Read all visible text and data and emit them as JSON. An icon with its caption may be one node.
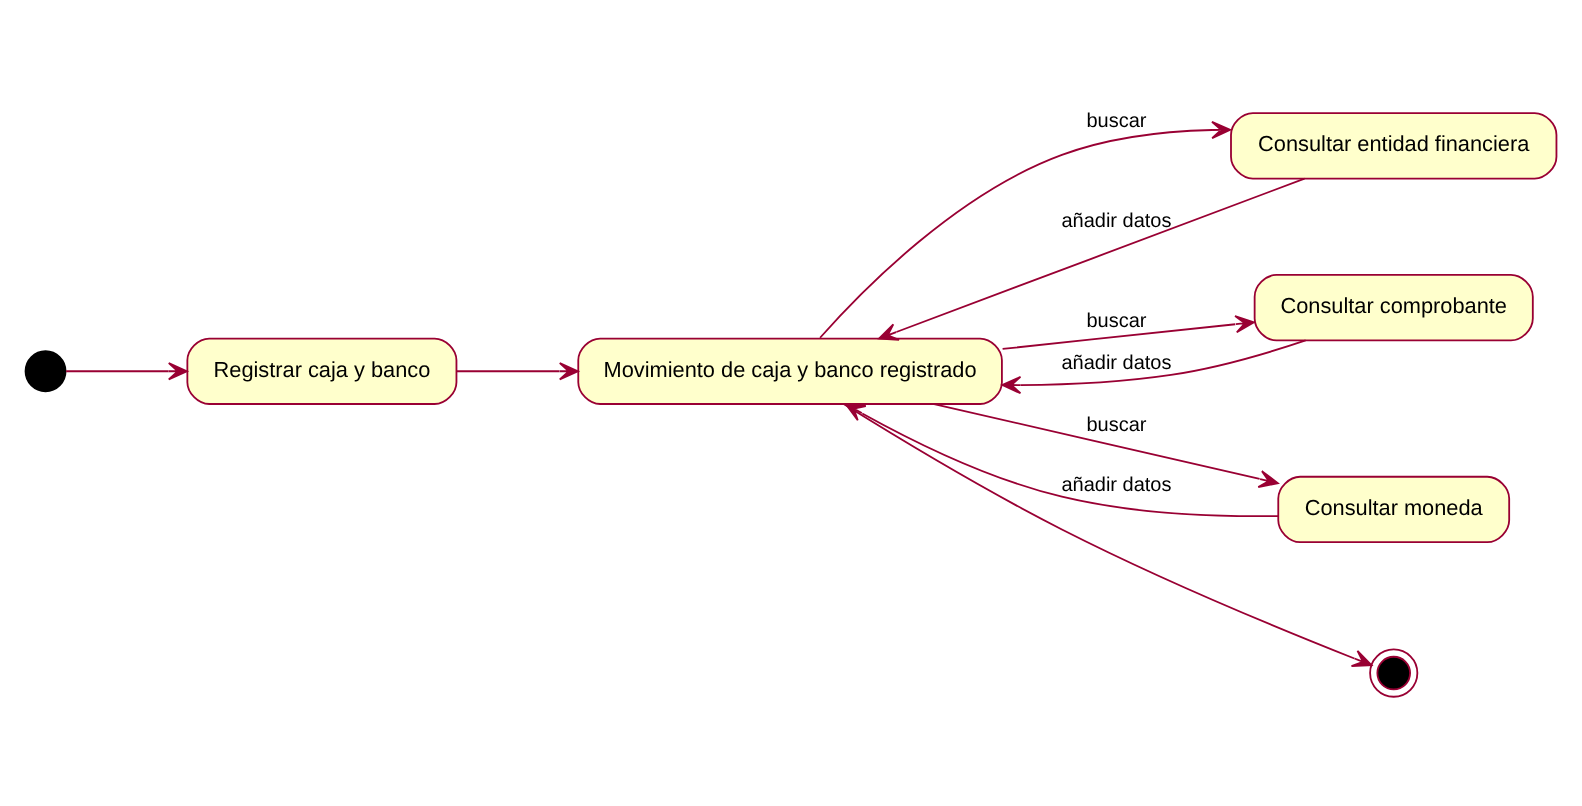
{
  "diagram": {
    "nodes": [
      {
        "text": [],
        "shape": "circle"
      },
      {
        "text": [
          "Registrar caja y banco"
        ]
      },
      {
        "text": [
          "Movimiento de caja y banco registrado"
        ]
      },
      {
        "text": [
          "Consultar entidad financiera"
        ]
      },
      {
        "text": [
          "Consultar comprobante"
        ]
      },
      {
        "text": [
          "Consultar moneda"
        ]
      },
      {
        "text": [],
        "shape": "circle"
      }
    ],
    "edges": [
      {
        "from": 0,
        "to": 1,
        "arrow": "to"
      },
      {
        "from": 1,
        "to": 2,
        "arrow": "to"
      },
      {
        "from": 2,
        "to": 3,
        "arrow": "to",
        "label": "buscar"
      },
      {
        "from": 3,
        "to": 2,
        "arrow": "to",
        "label": "añadir datos"
      },
      {
        "from": 2,
        "to": 4,
        "arrow": "to",
        "label": "buscar"
      },
      {
        "from": 4,
        "to": 2,
        "arrow": "to",
        "label": "añadir datos"
      },
      {
        "from": 2,
        "to": 5,
        "arrow": "to",
        "label": "buscar"
      },
      {
        "from": 5,
        "to": 2,
        "arrow": "to",
        "label": "añadir datos"
      },
      {
        "from": 2,
        "to": 6,
        "arrow": "to"
      }
    ]
  }
}
